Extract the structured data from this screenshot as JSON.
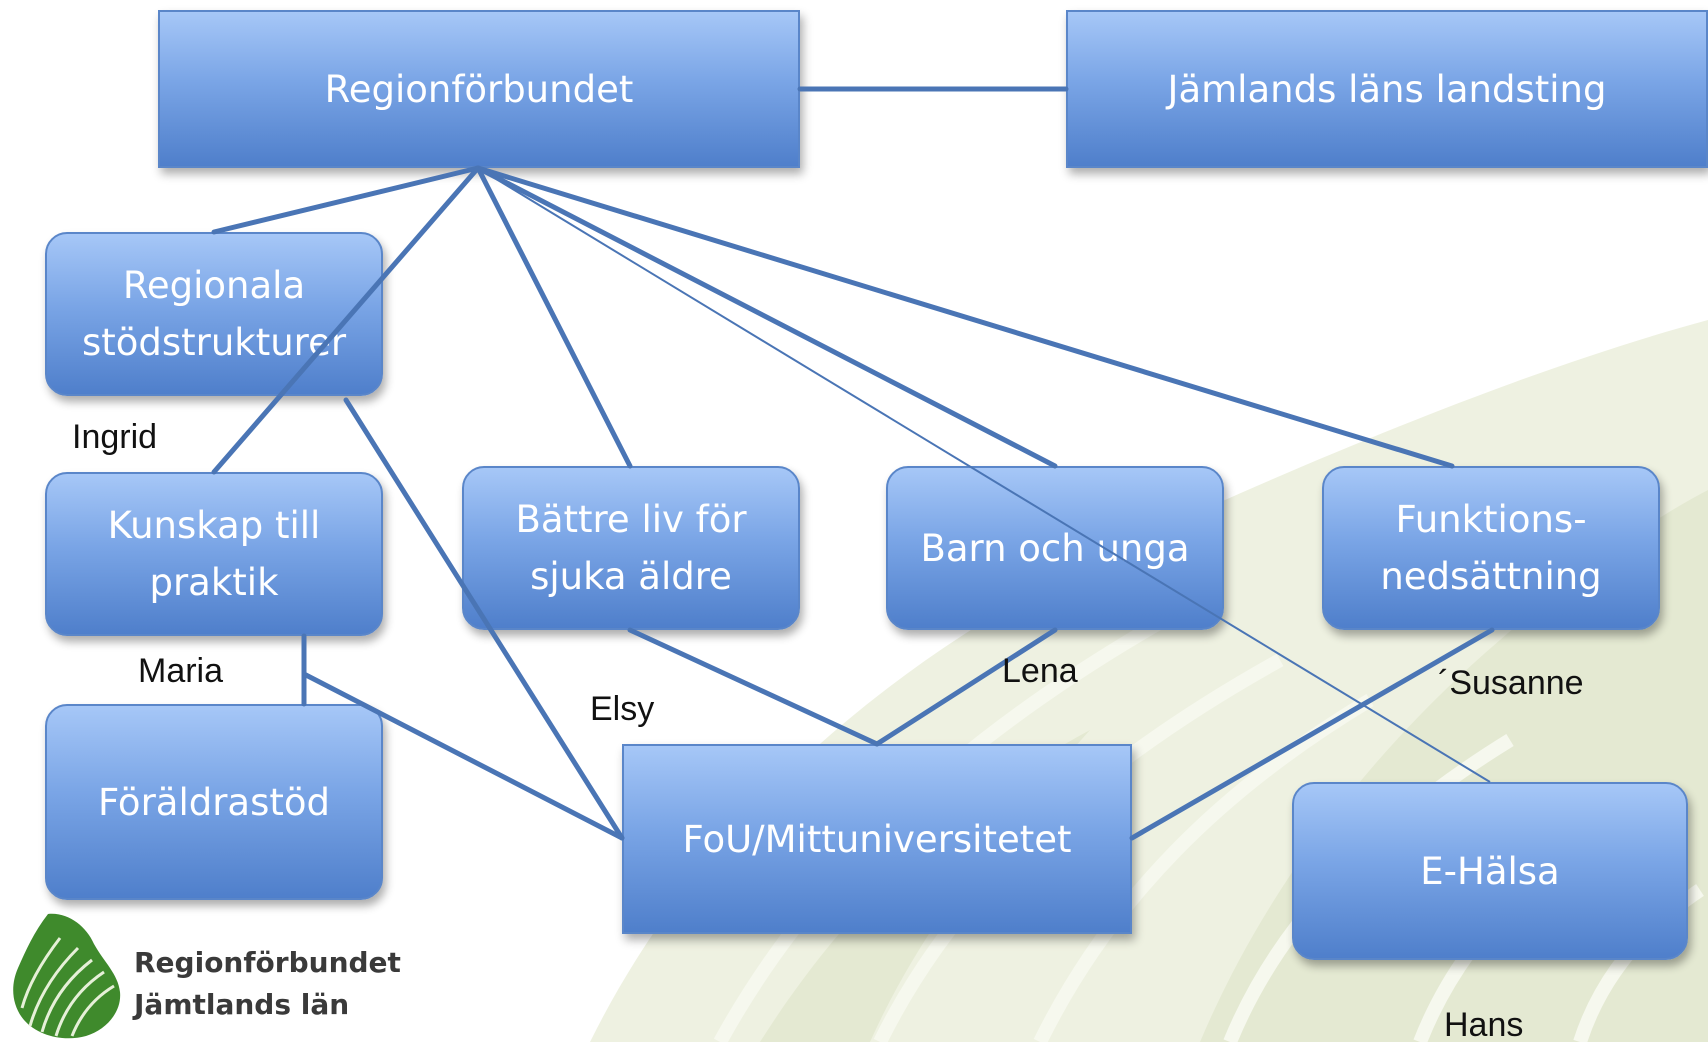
{
  "boxes": {
    "regionforbundet": "Regionförbundet",
    "landsting": "Jämlands läns landsting",
    "regionala_line1": "Regionala",
    "regionala_line2": "stödstrukturer",
    "kunskap_line1": "Kunskap till",
    "kunskap_line2": "praktik",
    "battre_line1": "Bättre liv för",
    "battre_line2": "sjuka äldre",
    "barn": "Barn och unga",
    "funktion_line1": "Funktions-",
    "funktion_line2": "nedsättning",
    "foraldrastod": "Föräldrastöd",
    "fou": "FoU/Mittuniversitetet",
    "ehalsa": "E-Hälsa"
  },
  "people": {
    "ingrid": "Ingrid",
    "maria": "Maria",
    "elsy": "Elsy",
    "lena": "Lena",
    "susanne": "´Susanne",
    "hans": "Hans"
  },
  "logo": {
    "line1": "Regionförbundet",
    "line2": "Jämtlands län"
  },
  "colors": {
    "box_top": "#a6c7f7",
    "box_bottom": "#4f7fcb",
    "connector": "#4a75b5",
    "background_leaf": "#e9edd9",
    "logo_green": "#3f8a2c"
  }
}
